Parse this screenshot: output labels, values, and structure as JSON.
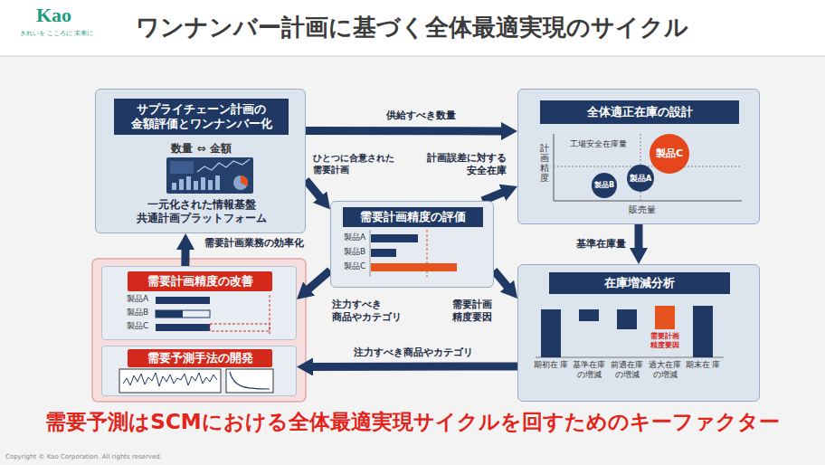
{
  "diagram": {
    "title": "ワンナンバー計画に基づく全体最適実現のサイクル",
    "caption": "需要予測はSCMにおける全体最適実現サイクルを回すためのキーファクター",
    "nodes": [
      {
        "text": [
          "サプライチェーン計画の 金額評価とワンナンバー化",
          "数量 ⇔ 金額",
          "一元化された情報基盤 共通計画プラットフォーム"
        ]
      },
      {
        "text": [
          "全体適正在庫の設計"
        ]
      },
      {
        "text": [
          "製品C"
        ],
        "in": 1
      },
      {
        "text": [
          "製品A"
        ],
        "in": 1
      },
      {
        "text": [
          "製品B"
        ],
        "in": 1
      },
      {
        "text": [
          "需要計画精度の評価"
        ]
      },
      {
        "text": [
          "需要計画精度の改善"
        ]
      },
      {
        "text": [
          "需要予測手法の開発"
        ]
      },
      {
        "text": [
          "在庫増減分析"
        ]
      }
    ],
    "edges": [
      {
        "from": 0,
        "to": 1,
        "arrow": "to",
        "label": "供給すべき数量"
      },
      {
        "from": 0,
        "to": 5,
        "arrow": "to",
        "label": "ひとつに合意された 需要計画"
      },
      {
        "from": 5,
        "to": 1,
        "arrow": "to",
        "label": "計画誤差に対する 安全在庫"
      },
      {
        "from": 1,
        "to": 8,
        "arrow": "to",
        "label": "基準在庫量"
      },
      {
        "from": 5,
        "to": 6,
        "arrow": "to",
        "label": "注力すべき 商品やカテゴリ"
      },
      {
        "from": 5,
        "to": 8,
        "arrow": "to",
        "label": "需要計画 精度要因"
      },
      {
        "from": 8,
        "to": 7,
        "arrow": "to",
        "label": "注力すべき商品やカテゴリ"
      },
      {
        "from": 6,
        "to": 0,
        "arrow": "to",
        "label": "需要計画業務の効率化"
      }
    ],
    "labels": [
      "Kao",
      "きれいを こころに 未来に",
      "計画精度",
      "販売量",
      "工場安全在庫量",
      "製品A",
      "製品B",
      "製品C",
      "製品A",
      "製品B",
      "製品C",
      "期初在 庫",
      "基準在庫 の増減",
      "前適在庫 の増減",
      "過大在庫 の増減",
      "期末在 庫",
      "需要計画 精度要因",
      "Copyright © Kao Corporation. All rights reserved."
    ]
  }
}
